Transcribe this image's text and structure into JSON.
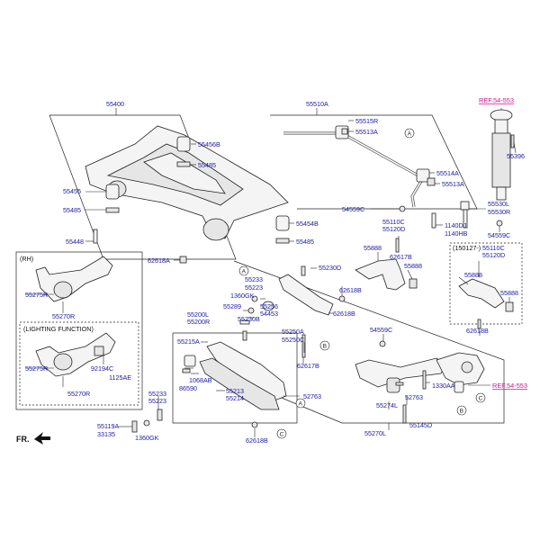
{
  "labels": {
    "p55400": "55400",
    "p55456B": "55456B",
    "p55485a": "55485",
    "p55455": "55455",
    "p55485b": "55485",
    "p55454B": "55454B",
    "p55485c": "55485",
    "p55448": "55448",
    "p62618A": "62618A",
    "p55510A": "55510A",
    "p55515R": "55515R",
    "p55513Aa": "55513A",
    "p55514A": "55514A",
    "p55513Ab": "55513A",
    "p54559Ca": "54559C",
    "p1140DJ": "1140DJ",
    "p1140HB": "1140HB",
    "ref1": "REF.54-553",
    "p55396": "55396",
    "p55530L": "55530L",
    "p55530R": "55530R",
    "p54559Cb": "54559C",
    "rh": "(RH)",
    "p55275Ra": "55275R",
    "p55270Ra": "55270R",
    "lighting": "(LIGHTING FUNCTION)",
    "p55275Rb": "55275R",
    "p92194C": "92194C",
    "p1125AE": "1125AE",
    "p55270Rb": "55270R",
    "p55230D": "55230D",
    "p55233a": "55233",
    "p55223a": "55223",
    "p1360GKa": "1360GK",
    "p55289": "55289",
    "p55256": "55256",
    "p54453": "54453",
    "p55230B": "55230B",
    "p62618Ba": "62618B",
    "p62618Bb": "62618B",
    "p55250A": "55250A",
    "p55250C": "55250C",
    "p62617Ba": "62617B",
    "p55200L": "55200L",
    "p55200R": "55200R",
    "p55215A": "55215A",
    "p1068AB": "1068AB",
    "p86590": "86590",
    "p55213": "55213",
    "p55214": "55214",
    "p55233b": "55233",
    "p55223b": "55223",
    "p52763a": "52763",
    "p55119A": "55119A",
    "p33135": "33135",
    "p1360GKb": "1360GK",
    "p62618Bc": "62618B",
    "p55110Ca": "55110C",
    "p55120Da": "55120D",
    "p55888a": "55888",
    "p62617Bb": "62617B",
    "p55888b": "55888",
    "p150127": "(150127-)",
    "p55110Cb": "55110C",
    "p55120Db": "55120D",
    "p55888c": "55888",
    "p55888d": "55888",
    "p62618Bd": "62618B",
    "p54559Cc": "54559C",
    "p1330AA": "1330AA",
    "p52763b": "52763",
    "ref2": "REF.54-553",
    "p55274L": "55274L",
    "p55145D": "55145D",
    "p55270L": "55270L",
    "fr": "FR."
  },
  "callouts": [
    "A",
    "B",
    "C"
  ]
}
